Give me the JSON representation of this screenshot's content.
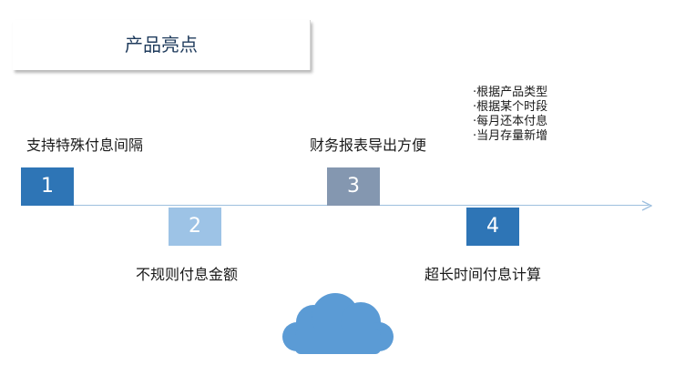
{
  "title": "产品亮点",
  "steps": [
    {
      "number": "1",
      "label": "支持特殊付息间隔"
    },
    {
      "number": "2",
      "label": "不规则付息金额"
    },
    {
      "number": "3",
      "label": "财务报表导出方便"
    },
    {
      "number": "4",
      "label": "超长时间付息计算"
    }
  ],
  "notes": [
    "·根据产品类型",
    "·根据某个时段",
    "·每月还本付息",
    "·当月存量新增"
  ],
  "colors": {
    "dark_blue": "#2e75b6",
    "light_blue": "#9dc3e6",
    "slate": "#8497b0",
    "cloud": "#5b9bd5",
    "timeline": "#9dbfde"
  },
  "icons": [
    "cloud-icon"
  ]
}
